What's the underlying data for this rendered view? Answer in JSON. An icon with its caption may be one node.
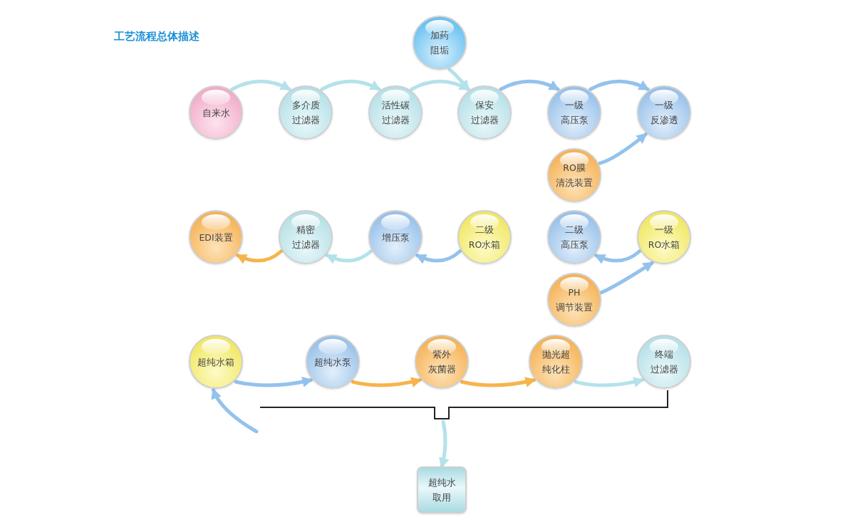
{
  "diagram": {
    "title": "工艺流程总体描述",
    "nodes": [
      {
        "text": [
          "加药",
          "阻垢"
        ]
      },
      {
        "text": [
          "自来水"
        ]
      },
      {
        "text": [
          "多介质",
          "过滤器"
        ]
      },
      {
        "text": [
          "活性碳",
          "过滤器"
        ]
      },
      {
        "text": [
          "保安",
          "过滤器"
        ]
      },
      {
        "text": [
          "一级",
          "高压泵"
        ]
      },
      {
        "text": [
          "一级",
          "反渗透"
        ]
      },
      {
        "text": [
          "RO膜",
          "清洗装置"
        ]
      },
      {
        "text": [
          "EDI装置"
        ]
      },
      {
        "text": [
          "精密",
          "过滤器"
        ]
      },
      {
        "text": [
          "增压泵"
        ]
      },
      {
        "text": [
          "二级",
          "RO水箱"
        ]
      },
      {
        "text": [
          "二级",
          "高压泵"
        ]
      },
      {
        "text": [
          "一级",
          "RO水箱"
        ]
      },
      {
        "text": [
          "PH",
          "调节装置"
        ]
      },
      {
        "text": [
          "超纯水箱"
        ]
      },
      {
        "text": [
          "超纯水泵"
        ]
      },
      {
        "text": [
          "紫外",
          "灰菌器"
        ]
      },
      {
        "text": [
          "抛光超",
          "纯化柱"
        ]
      },
      {
        "text": [
          "终端",
          "过滤器"
        ]
      },
      {
        "text": [
          "超纯水",
          "取用"
        ]
      }
    ],
    "edges": [
      {
        "from": 1,
        "to": 2,
        "arrow": "to",
        "color": "#b5e2ea"
      },
      {
        "from": 2,
        "to": 3,
        "arrow": "to",
        "color": "#b5e2ea"
      },
      {
        "from": 3,
        "to": 4,
        "arrow": "to",
        "color": "#b5e2ea"
      },
      {
        "from": 0,
        "to": 4,
        "arrow": "to",
        "color": "#b5e2ea"
      },
      {
        "from": 4,
        "to": 5,
        "arrow": "to",
        "color": "#93c2ec"
      },
      {
        "from": 5,
        "to": 6,
        "arrow": "to",
        "color": "#93c2ec"
      },
      {
        "from": 7,
        "to": 6,
        "arrow": "to",
        "color": "#93c2ec"
      },
      {
        "from": 13,
        "to": 12,
        "arrow": "to",
        "color": "#93c2ec"
      },
      {
        "from": 14,
        "to": 13,
        "arrow": "to",
        "color": "#93c2ec"
      },
      {
        "from": 11,
        "to": 10,
        "arrow": "to",
        "color": "#93c2ec"
      },
      {
        "from": 10,
        "to": 9,
        "arrow": "to",
        "color": "#b5e2ea"
      },
      {
        "from": 9,
        "to": 8,
        "arrow": "to",
        "color": "#f6b44c"
      },
      {
        "from": 15,
        "to": 16,
        "arrow": "to",
        "color": "#93c2ec"
      },
      {
        "from": 16,
        "to": 17,
        "arrow": "to",
        "color": "#f6b44c"
      },
      {
        "from": 17,
        "to": 18,
        "arrow": "to",
        "color": "#f6b44c"
      },
      {
        "from": 18,
        "to": 19,
        "arrow": "to",
        "color": "#b5e2ea"
      },
      {
        "from": null,
        "to": 20,
        "arrow": "to",
        "color": "#b5e2ea"
      },
      {
        "from": null,
        "to": 15,
        "arrow": "to",
        "color": "#93c2ec"
      }
    ]
  }
}
